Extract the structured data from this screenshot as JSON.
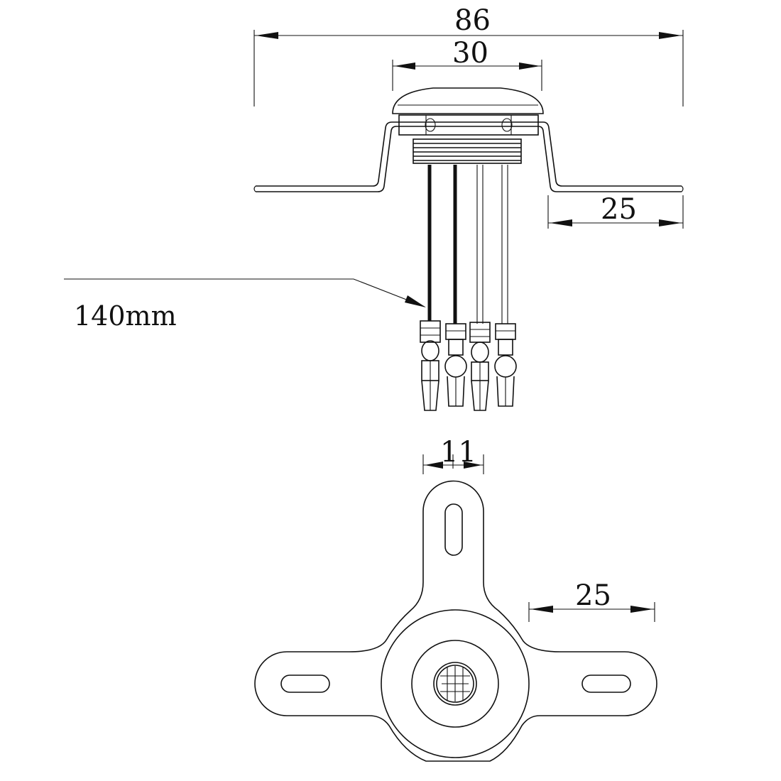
{
  "dimensions": {
    "overall_width": "86",
    "dome_width": "30",
    "flange_width_top": "25",
    "slot_width": "11",
    "flange_width_bottom": "25"
  },
  "callout": {
    "wire_length": "140mm"
  },
  "colors": {
    "line": "#111111",
    "background": "#ffffff"
  }
}
